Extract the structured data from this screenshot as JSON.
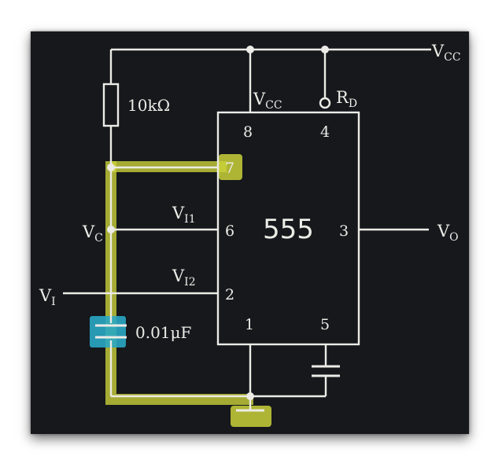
{
  "diagram": {
    "chip_label": "555",
    "pins": {
      "p8": "8",
      "p4": "4",
      "p7": "7",
      "p6": "6",
      "p2": "2",
      "p3": "3",
      "p1": "1",
      "p5": "5"
    },
    "labels": {
      "vcc_rail_main": "V",
      "vcc_rail_sub": "CC",
      "vcc_pin_main": "V",
      "vcc_pin_sub": "CC",
      "rd_main": "R",
      "rd_sub": "D",
      "vi1_main": "V",
      "vi1_sub": "I1",
      "vi2_main": "V",
      "vi2_sub": "I2",
      "vc_main": "V",
      "vc_sub": "C",
      "vi_main": "V",
      "vi_sub": "I",
      "vo_main": "V",
      "vo_sub": "O",
      "resistor": "10kΩ",
      "capacitor": "0.01μF"
    },
    "colors": {
      "background": "#16181c",
      "wire": "#ecebe6",
      "highlight_path": "#c9d13a",
      "highlight_cap": "#29a7c4"
    }
  }
}
